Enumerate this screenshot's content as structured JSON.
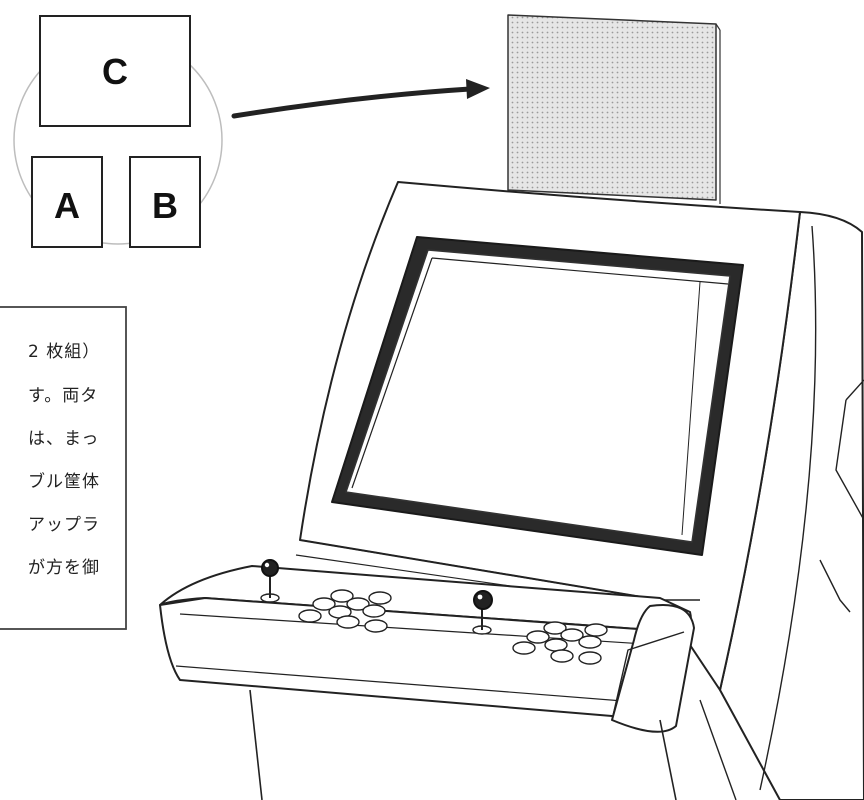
{
  "labels": {
    "c": "C",
    "a": "A",
    "b": "B"
  },
  "note_lines": [
    "2 枚組）",
    "す。両タ",
    "は、まっ",
    "ブル筐体",
    "アップラ",
    "が方を御"
  ],
  "colors": {
    "ink": "#111111",
    "background": "#ffffff",
    "marquee_fill": "#e3e3e3",
    "circle": "#bdbdbd"
  }
}
